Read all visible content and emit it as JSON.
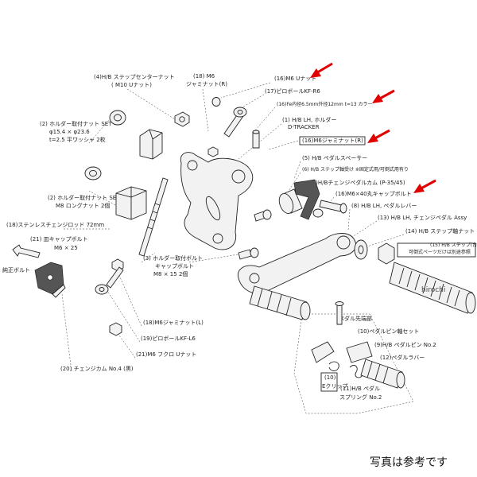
{
  "labels": {
    "l4": "(4)H/B ステップセンターナット",
    "l4b": "( M10 Uナット)",
    "l18a": "(18) M6",
    "l18b": "ジャミナット(R)",
    "l16a": "(16)M6  Uナット",
    "l17": "(17)ピロボールKF-R6",
    "l16b": "(16)Fe内径6.5mm外径12mm t=13 カラー",
    "l1a": "(1) H/B LH, ホルダー",
    "l1b": "D-TRACKER",
    "l16c": "(16)M6ジャミナット(R)",
    "l2a": "(2) ホルダー取付ナット SET",
    "l2a2": "φ15.4 × φ23.6",
    "l2a3": "t=2.5 平ワッシャ 2枚",
    "l5": "(5) H/B ペダルスペーサー",
    "l6": "(6) H/B ステップ軸受け ※固定式用/可倒式用有り",
    "l7": "(7)H/Bチェンジペダルカム (P-35/45)",
    "l16d": "(16)M6×40丸キャップボルト",
    "l8": "(8) H/B LH, ペダルレバー",
    "l13": "(13) H/B LH, チェンジペダル Assy",
    "l14": "(14) H/B ステップ軸ナット",
    "l15a": "(15) H/B ステップ(台",
    "l15b": "可倒式ペーツだけは別途参照",
    "l2b": "(2) ホルダー取付ナット SET",
    "l2b2": "M8 ロングナット 2個",
    "l18c": "(18)ステンレスチェンジロッド 72mm",
    "l21a": "(21) 皿キャップボルト",
    "l21b": "M6 × 25",
    "lgenuine": "純正ボルト",
    "l3a": "(3) ホルダー取付ボルト",
    "l3b": "キャップボルト",
    "l3c": "M8 × 15 2個",
    "l18d": "(18)M6ジャミナット(L)",
    "l19": "(19)ピロボールKF-L6",
    "l21c": "(21)M6 フクロ Uナット",
    "l20": "(20) チェンジカム No.4 (黒)",
    "ltip": "ペダル先端部",
    "l10a": "(10)ペダルピン軸セット",
    "l9": "(9)H/B ペダルピン No.2",
    "l12": "(12)ペダルラバー",
    "l10b": "(10)",
    "l10c": "Eクリップ",
    "l11a": "(11)H/B ペダル",
    "l11b": "スプリング No.2"
  },
  "watermark": "hirochi",
  "footnote": "写真は参考です",
  "colors": {
    "arrow": "#e00000",
    "line": "#222222"
  }
}
